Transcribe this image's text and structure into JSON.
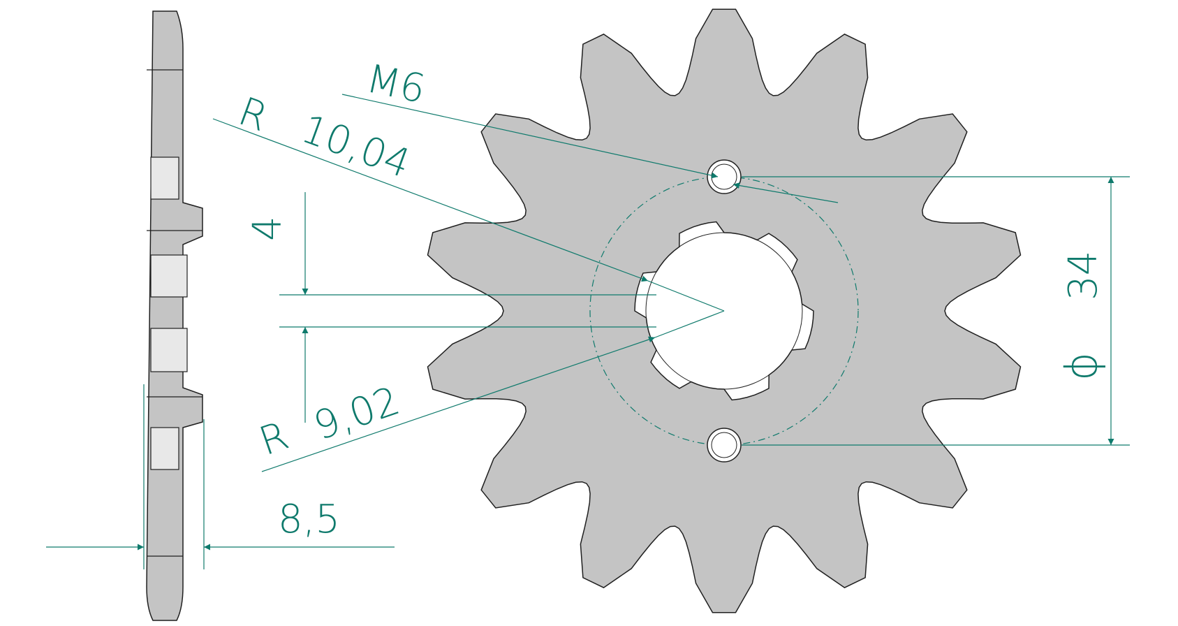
{
  "colors": {
    "part_fill": "#c4c4c4",
    "part_stroke": "#1f1f1f",
    "dimension": "#0f7a6c",
    "background": "#ffffff"
  },
  "diagram": {
    "teeth_count": 14
  },
  "dimensions": {
    "thread_label": "M6",
    "outer_radius_prefix": "R",
    "outer_radius_value": "10,04",
    "spline_width": "4",
    "inner_radius_prefix": "R",
    "inner_radius_value": "9,02",
    "thickness": "8,5",
    "bolt_circle_symbol": "ϕ",
    "bolt_circle_value": "34"
  }
}
